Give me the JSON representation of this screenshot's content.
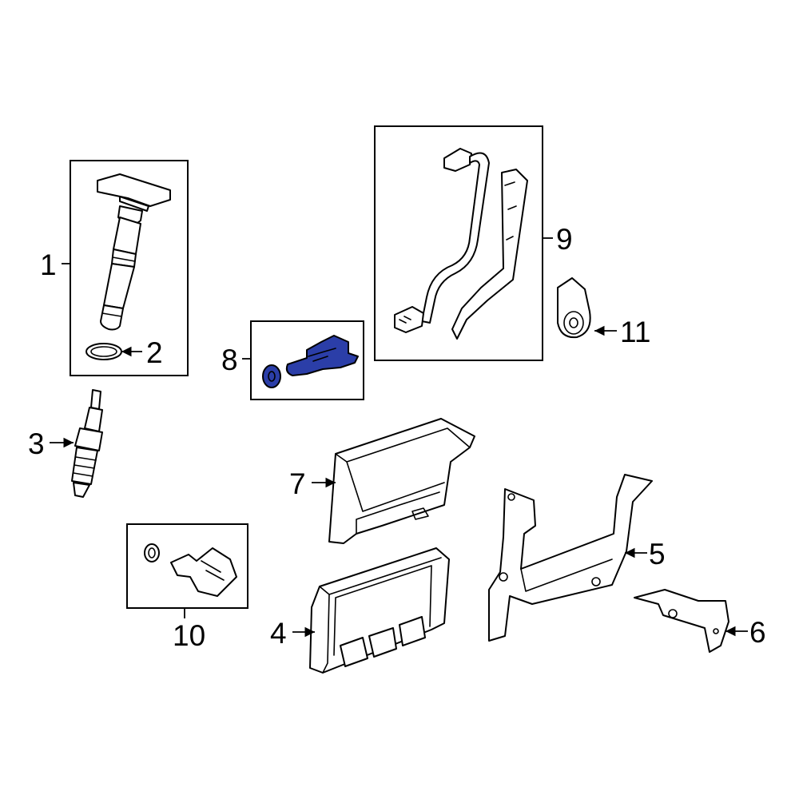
{
  "callouts": {
    "c1": "1",
    "c2": "2",
    "c3": "3",
    "c4": "4",
    "c5": "5",
    "c6": "6",
    "c7": "7",
    "c8": "8",
    "c9": "9",
    "c10": "10",
    "c11": "11"
  },
  "highlight_color": "#2b3ea8"
}
